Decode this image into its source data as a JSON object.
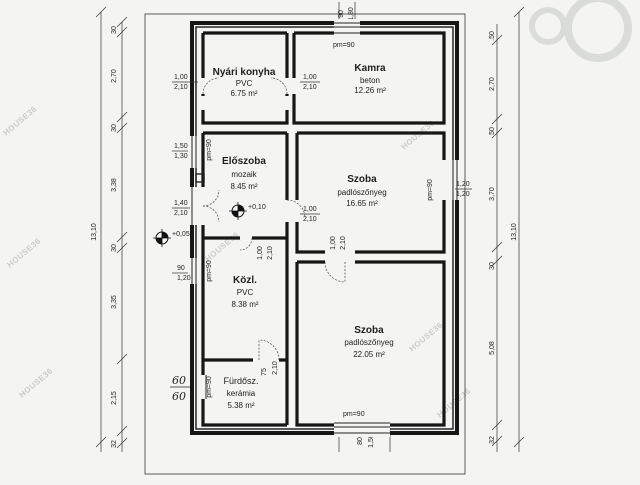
{
  "rooms": [
    {
      "name": "Nyári konyha",
      "floor": "PVC",
      "area": "6.75 m²"
    },
    {
      "name": "Kamra",
      "floor": "beton",
      "area": "12.26 m²"
    },
    {
      "name": "Előszoba",
      "floor": "mozaik",
      "area": "8.45 m²"
    },
    {
      "name": "Szoba",
      "floor": "padlószőnyeg",
      "area": "16.65 m²"
    },
    {
      "name": "Közl.",
      "floor": "PVC",
      "area": "8.38 m²"
    },
    {
      "name": "Szoba",
      "floor": "padlószőnyeg",
      "area": "22.05 m²"
    },
    {
      "name": "Fürdősz.",
      "floor": "kerámia",
      "area": "5.38 m²"
    }
  ],
  "left_dims": [
    "30",
    "2,70",
    "30",
    "3,38",
    "30",
    "3,35",
    "2,15",
    "32"
  ],
  "left_total": "13,10",
  "right_dims": [
    ".50",
    "2,70",
    "50",
    "3,70",
    "30",
    "5,08",
    "32"
  ],
  "right_total": "13,10",
  "opening_labels": {
    "nyari_konyha_door": [
      "1,00",
      "2,10"
    ],
    "kamra_door": [
      "1,00",
      "2,10"
    ],
    "eloszoba_window": [
      "1,50",
      "1,30"
    ],
    "entrance_door": [
      "1,40",
      "2,10"
    ],
    "eloszoba_szoba_door": [
      "1,00",
      "2,10"
    ],
    "szoba_window": [
      "1,20",
      "1,20"
    ],
    "kozl_door": [
      "1,00",
      "2,10"
    ],
    "szoba2_door": [
      "1,00",
      "2,10"
    ],
    "kozl_window": [
      "90",
      "1,20"
    ],
    "furdo_door": [
      "75",
      "2,10"
    ],
    "top_window": [
      "90",
      "1,80"
    ],
    "bottom_window": [
      "80",
      "1,50"
    ]
  },
  "pm90_label": "pm=90",
  "level_plus_010": "+0,10",
  "level_plus_005": "+0,05",
  "handwritten": [
    "60",
    "60"
  ],
  "watermark": "HOUSE36"
}
